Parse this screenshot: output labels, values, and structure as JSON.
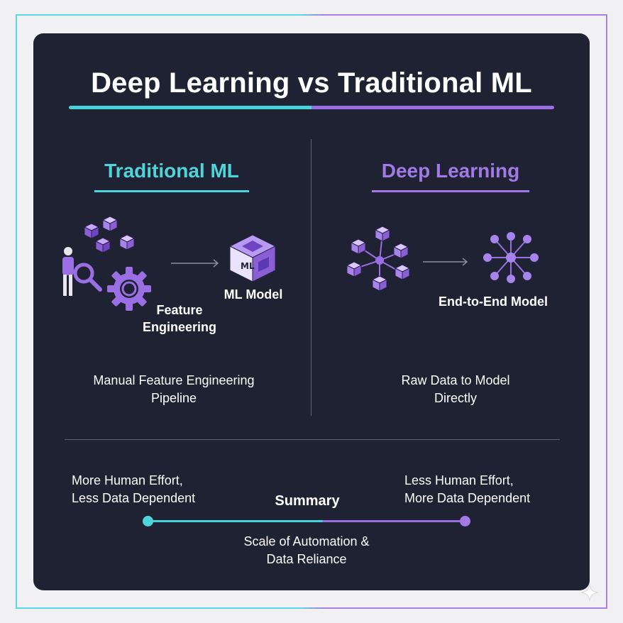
{
  "title": "Deep Learning vs Traditional ML",
  "left": {
    "heading": "Traditional ML",
    "feature_label": "Feature\nEngineering",
    "model_label": "ML Model",
    "model_cube_text": "ML",
    "description": "Manual Feature Engineering\nPipeline"
  },
  "right": {
    "heading": "Deep Learning",
    "model_label": "End-to-End Model",
    "description": "Raw Data to Model\nDirectly"
  },
  "summary": {
    "title": "Summary",
    "left_text": "More Human Effort,\nLess Data Dependent",
    "right_text": "Less Human Effort,\nMore Data Dependent",
    "scale_text": "Scale of Automation &\nData Reliance"
  },
  "colors": {
    "teal": "#4fd5d9",
    "purple": "#a27ae6",
    "card_bg": "#1e2233"
  },
  "icons": [
    "person-magnifier-icon",
    "cubes-icon",
    "gear-icon",
    "ml-cube-icon",
    "data-network-icon",
    "neural-network-icon",
    "arrow-right-icon",
    "sparkle-icon"
  ]
}
